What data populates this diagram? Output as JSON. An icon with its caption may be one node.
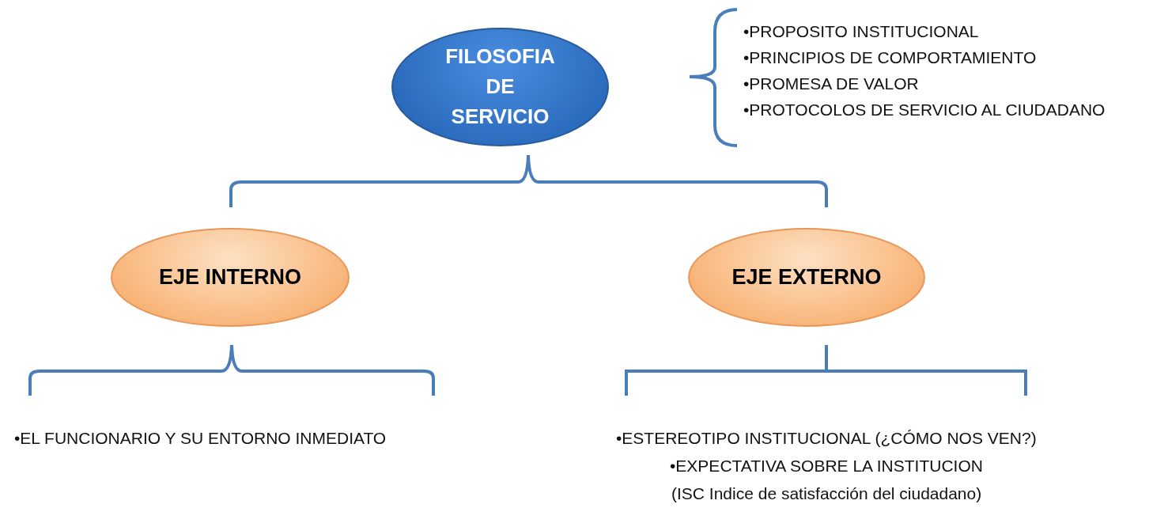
{
  "diagram": {
    "nodes": [
      {
        "text": [
          "FILOSOFIA DE SERVICIO"
        ]
      },
      {
        "text": [
          "EJE INTERNO"
        ]
      },
      {
        "text": [
          "EJE EXTERNO"
        ]
      }
    ],
    "edges": [],
    "labels": [
      "•PROPOSITO INSTITUCIONAL",
      "•PRINCIPIOS DE COMPORTAMIENTO",
      "•PROMESA DE VALOR",
      "•PROTOCOLOS DE SERVICIO AL CIUDADANO",
      "•EL FUNCIONARIO Y SU ENTORNO INMEDIATO",
      "•ESTEREOTIPO INSTITUCIONAL (¿CÓMO NOS VEN?)",
      "•EXPECTATIVA SOBRE LA INSTITUCION",
      "(ISC Indice de satisfacción del ciudadano)"
    ]
  }
}
